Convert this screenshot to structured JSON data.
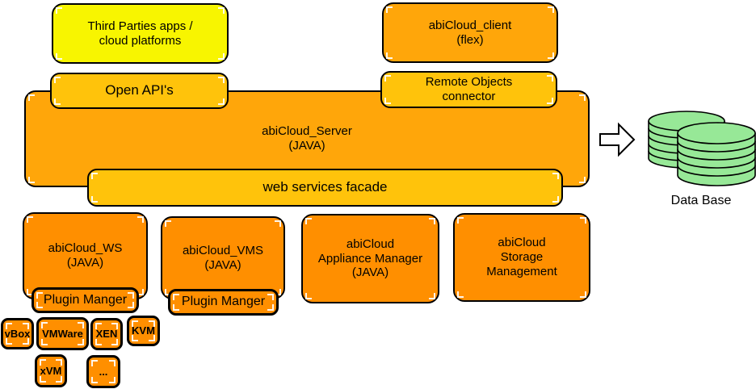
{
  "colors": {
    "yellow": "#F8F500",
    "gold": "#FFC30B",
    "orange": "#FFA60A",
    "deep_orange": "#FF8F00",
    "db_green": "#97E897",
    "outline": "#000000",
    "arrow_fill": "#FFFFFF"
  },
  "boxes": {
    "third_parties": {
      "label": "Third Parties apps /\ncloud platforms"
    },
    "open_apis": {
      "label": "Open API's"
    },
    "abicloud_client": {
      "label": "abiCloud_client\n(flex)"
    },
    "remote_objects": {
      "label": "Remote Objects\nconnector"
    },
    "abicloud_server": {
      "label": "abiCloud_Server\n(JAVA)"
    },
    "web_services_facade": {
      "label": "web services facade"
    },
    "abicloud_ws": {
      "label": "abiCloud_WS\n(JAVA)"
    },
    "plugin_manager_ws": {
      "label": "Plugin Manger"
    },
    "abicloud_vms": {
      "label": "abiCloud_VMS\n(JAVA)"
    },
    "plugin_manager_vms": {
      "label": "Plugin Manger"
    },
    "appliance_manager": {
      "label": "abiCloud\nAppliance Manager\n(JAVA)"
    },
    "storage_management": {
      "label": "abiCloud\nStorage\nManagement"
    },
    "hypervisors": [
      {
        "label": "vBox"
      },
      {
        "label": "VMWare"
      },
      {
        "label": "XEN"
      },
      {
        "label": "KVM"
      },
      {
        "label": "xVM"
      },
      {
        "label": "..."
      }
    ]
  },
  "database": {
    "label": "Data Base"
  },
  "icons": {
    "flow_arrow": "right-arrow-icon",
    "database": "database-cylinders-icon"
  }
}
